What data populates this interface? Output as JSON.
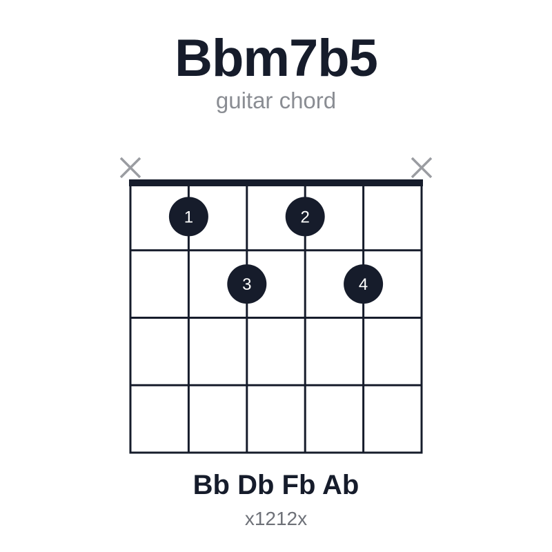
{
  "chord": {
    "name": "Bbm7b5",
    "subtitle": "guitar chord",
    "notes": "Bb Db Fb Ab",
    "fingering": "x1212x"
  },
  "diagram": {
    "strings": 6,
    "frets": 4,
    "muted_strings": [
      1,
      6
    ],
    "dots": [
      {
        "string": 2,
        "fret": 1,
        "finger": "1"
      },
      {
        "string": 4,
        "fret": 1,
        "finger": "2"
      },
      {
        "string": 3,
        "fret": 2,
        "finger": "3"
      },
      {
        "string": 5,
        "fret": 2,
        "finger": "4"
      }
    ],
    "colors": {
      "line": "#161c2b",
      "dot": "#161c2b",
      "finger_text": "#ffffff",
      "muted": "#9a9ca1"
    }
  }
}
